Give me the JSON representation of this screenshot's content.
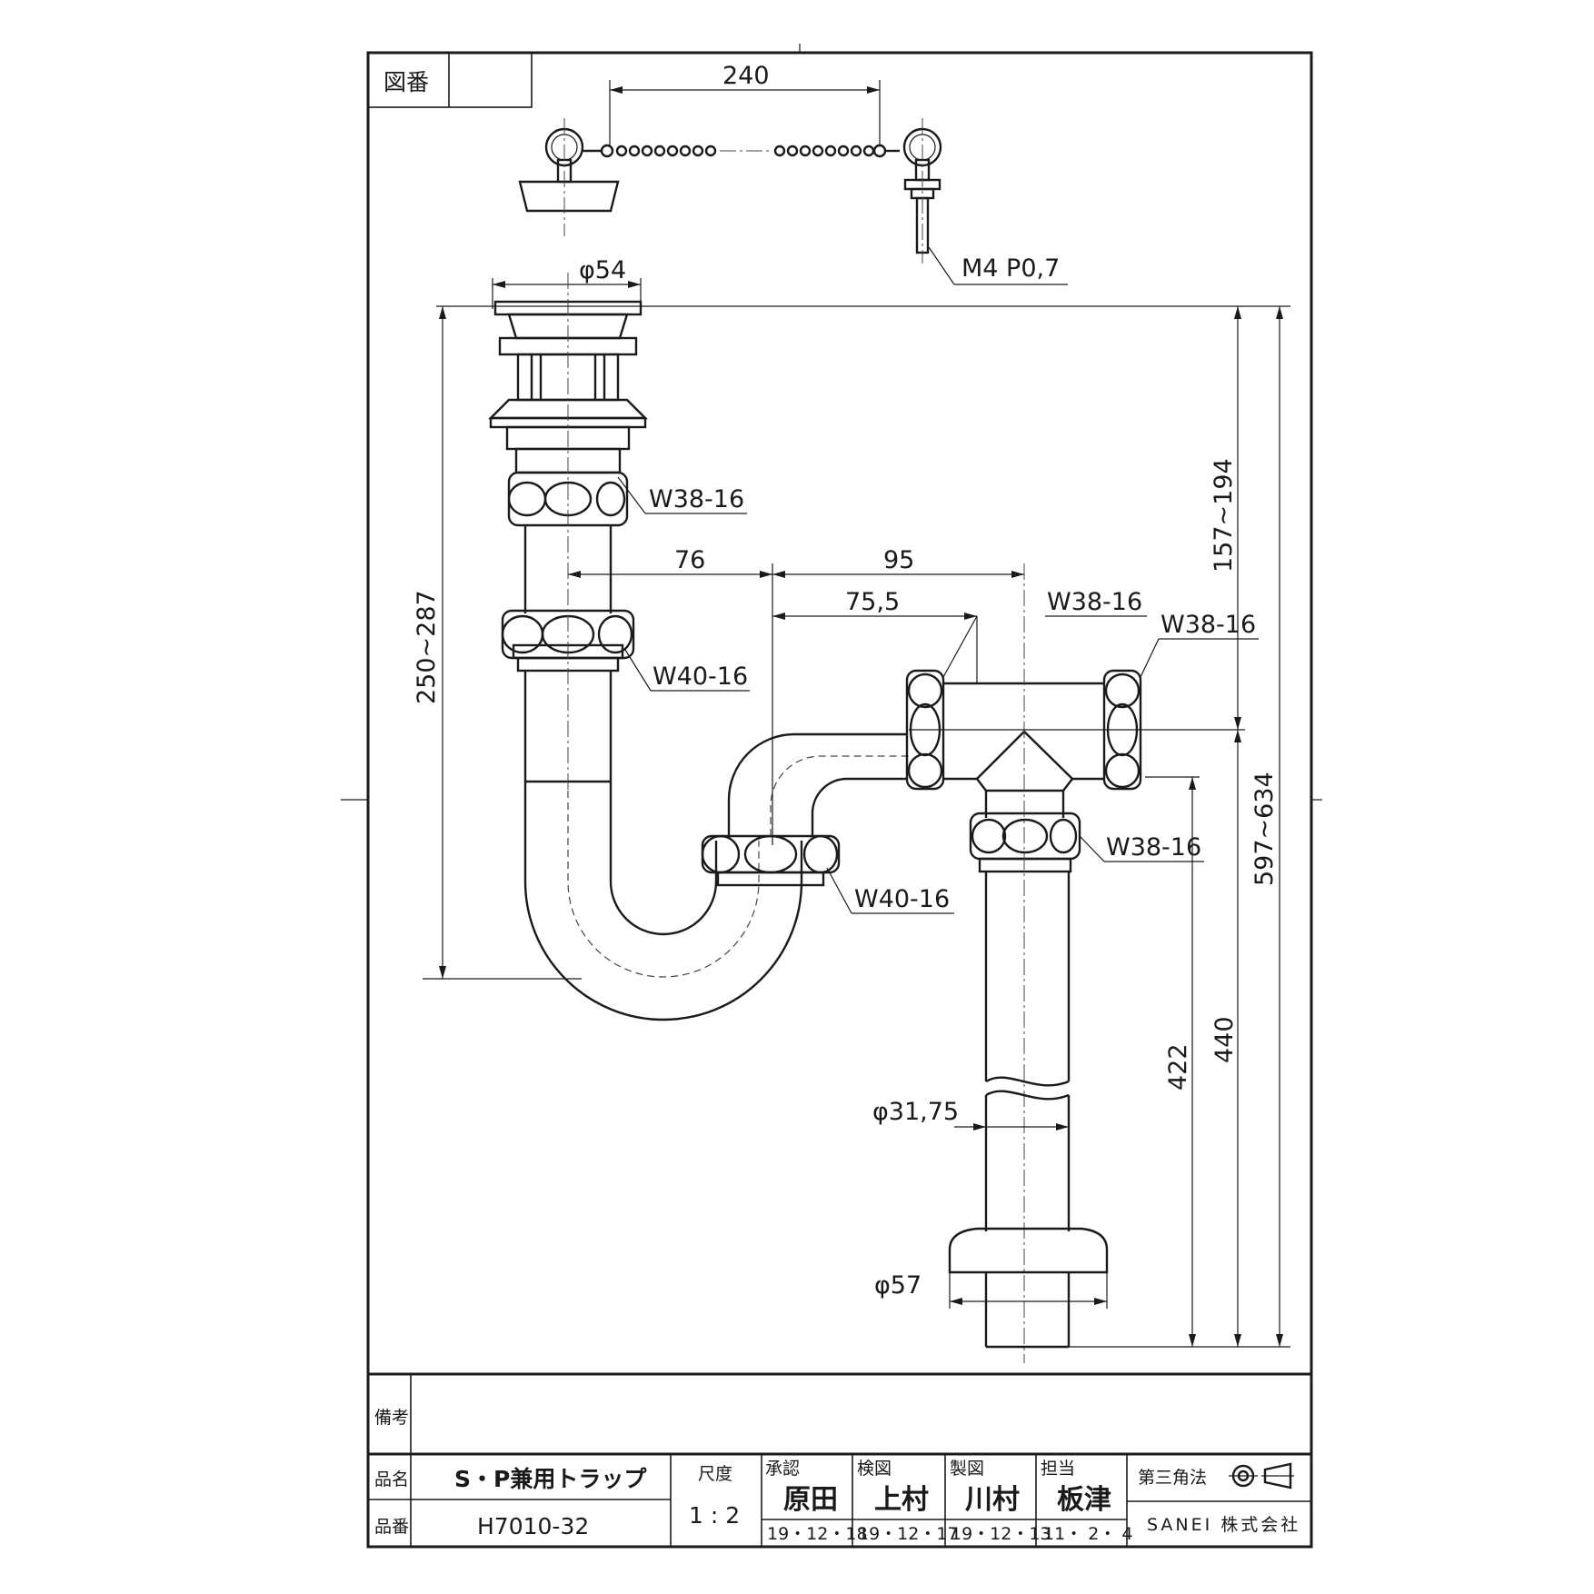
{
  "header": {
    "drawing_number_label": "図番",
    "drawing_number_value": ""
  },
  "dimensions": {
    "chain_length": "240",
    "thread": "M4 P0,7",
    "top_diameter": "φ54",
    "top_nut": "W38-16",
    "mid_nut_left": "W40-16",
    "offset_76": "76",
    "offset_95": "95",
    "offset_75_5": "75,5",
    "tee_left_nut": "W38-16",
    "tee_right_nut": "W38-16",
    "tee_bottom_nut": "W38-16",
    "bend_nut": "W40-16",
    "height_left": "250~287",
    "height_top_right": "157~194",
    "height_total": "597~634",
    "height_440": "440",
    "height_422": "422",
    "pipe_diameter": "φ31,75",
    "flange_diameter": "φ57"
  },
  "title_block": {
    "remarks_label": "備考",
    "remarks_value": "",
    "name_label": "品名",
    "name_value": "S・P兼用トラップ",
    "number_label": "品番",
    "number_value": "H7010-32",
    "scale_label": "尺度",
    "scale_value": "1 : 2",
    "approve_label": "承認",
    "approve_name": "原田",
    "approve_date": "19・12・18",
    "check_label": "検図",
    "check_name": "上村",
    "check_date": "19・12・17",
    "draw_label": "製図",
    "draw_name": "川村",
    "draw_date": "19・12・13",
    "charge_label": "担当",
    "charge_name": "板津",
    "charge_date": "11・ 2・ 4",
    "projection_label": "第三角法",
    "company": "SANEI 株式会社"
  }
}
